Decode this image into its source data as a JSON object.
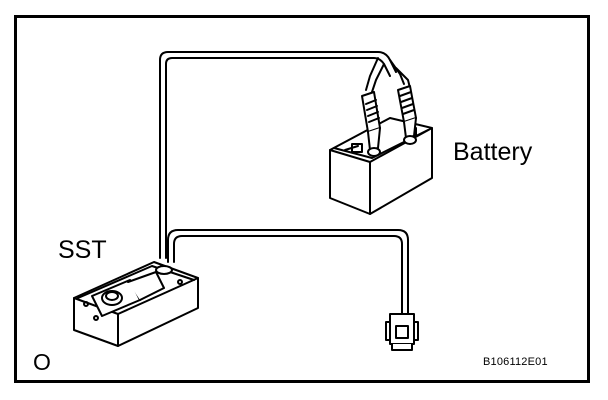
{
  "labels": {
    "battery": "Battery",
    "sst": "SST",
    "corner_mark": "O",
    "figure_code": "B106112E01"
  },
  "colors": {
    "line": "#000000",
    "background": "#ffffff"
  }
}
